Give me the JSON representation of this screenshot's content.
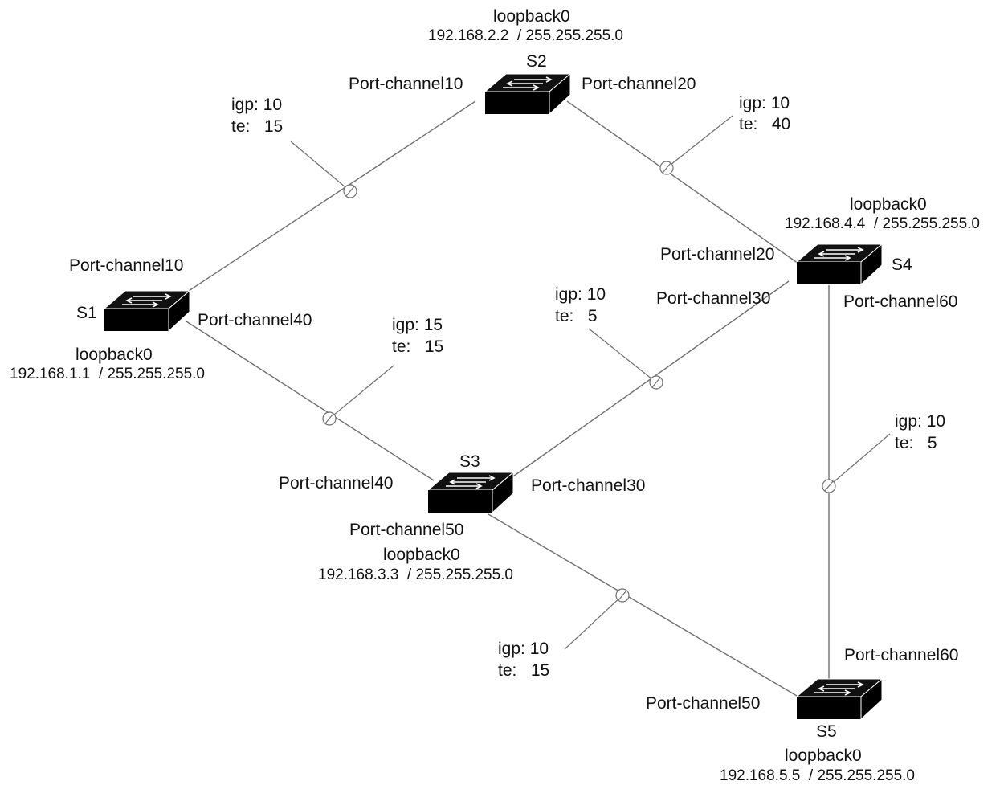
{
  "switches": {
    "s1": {
      "name": "S1",
      "loopback": "loopback0",
      "ip": "192.168.1.1  / 255.255.255.0"
    },
    "s2": {
      "name": "S2",
      "loopback": "loopback0",
      "ip": "192.168.2.2  / 255.255.255.0"
    },
    "s3": {
      "name": "S3",
      "loopback": "loopback0",
      "ip": "192.168.3.3  / 255.255.255.0"
    },
    "s4": {
      "name": "S4",
      "loopback": "loopback0",
      "ip": "192.168.4.4  / 255.255.255.0"
    },
    "s5": {
      "name": "S5",
      "loopback": "loopback0",
      "ip": "192.168.5.5  / 255.255.255.0"
    }
  },
  "ports": {
    "s1_pc10": "Port-channel10",
    "s1_pc40": "Port-channel40",
    "s2_pc10": "Port-channel10",
    "s2_pc20": "Port-channel20",
    "s3_pc40": "Port-channel40",
    "s3_pc30": "Port-channel30",
    "s3_pc50": "Port-channel50",
    "s4_pc20": "Port-channel20",
    "s4_pc30": "Port-channel30",
    "s4_pc60": "Port-channel60",
    "s5_pc50": "Port-channel50",
    "s5_pc60": "Port-channel60"
  },
  "links": {
    "s1_s2": {
      "igp": "igp: 10",
      "te": "te:   15"
    },
    "s2_s4": {
      "igp": "igp: 10",
      "te": "te:   40"
    },
    "s1_s3": {
      "igp": "igp: 15",
      "te": "te:   15"
    },
    "s3_s4": {
      "igp": "igp: 10",
      "te": "te:   5"
    },
    "s4_s5": {
      "igp": "igp: 10",
      "te": "te:   5"
    },
    "s3_s5": {
      "igp": "igp: 10",
      "te": "te:   15"
    }
  },
  "colors": {
    "switch": "#000000",
    "link": "#6f6f6f",
    "text": "#111111"
  },
  "icon": "network-switch-icon"
}
